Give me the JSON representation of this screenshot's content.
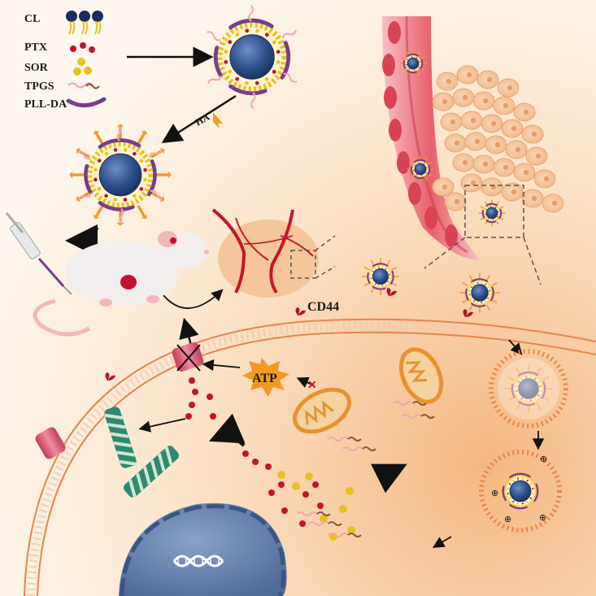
{
  "legend": {
    "items": [
      {
        "label": "CL",
        "icon": "lipid-molecules-icon"
      },
      {
        "label": "PTX",
        "icon": "red-dot-pair-icon"
      },
      {
        "label": "SOR",
        "icon": "yellow-dot-pair-icon"
      },
      {
        "label": "TPGS",
        "icon": "pink-brown-wave-icon"
      },
      {
        "label": "PLL-DA",
        "icon": "purple-arc-icon"
      }
    ]
  },
  "labels": {
    "ha": "HA",
    "atp": "ATP",
    "cd44": "CD44"
  },
  "colors": {
    "paclitaxel_red": "#c8102e",
    "sorafenib_yellow": "#e8c21c",
    "pll_da_purple": "#7a3b8c",
    "nanoparticle_core": "#2c4f8a",
    "tpgs_orange": "#f29a1f",
    "membrane_orange": "#e8844c",
    "nucleus_blue": "#5a78a8",
    "cd44_red": "#b5142c",
    "vessel_red": "#e8606c",
    "tumor_cell_peach": "#f4c69a"
  }
}
